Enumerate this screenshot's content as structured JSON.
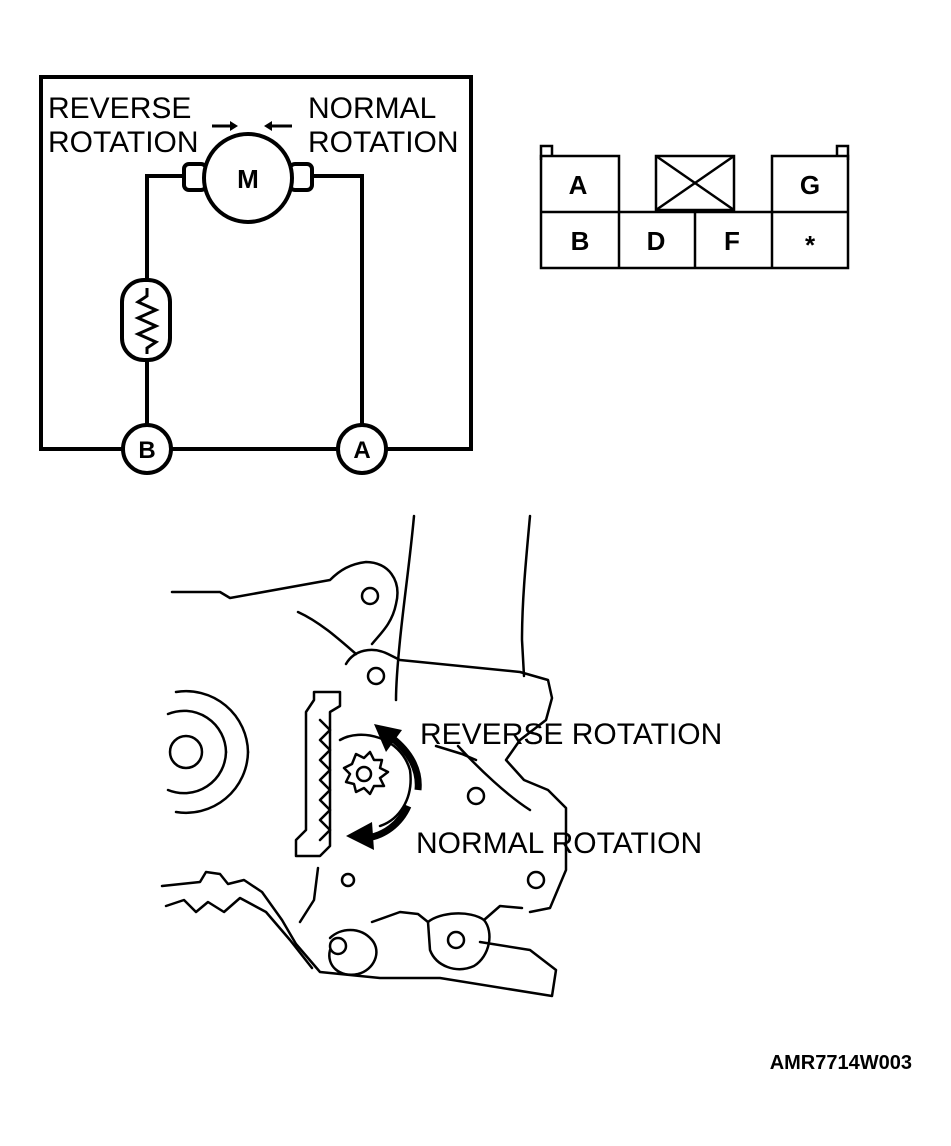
{
  "schematic": {
    "reverse_line1": "REVERSE",
    "reverse_line2": "ROTATION",
    "normal_line1": "NORMAL",
    "normal_line2": "ROTATION",
    "motor_label": "M",
    "terminal_a": "A",
    "terminal_b": "B"
  },
  "connector": {
    "top_row": [
      "A",
      "",
      "G"
    ],
    "bottom_row": [
      "B",
      "D",
      "F",
      "*"
    ]
  },
  "mechanism": {
    "reverse_label": "REVERSE ROTATION",
    "normal_label": "NORMAL ROTATION"
  },
  "figure_code": "AMR7714W003"
}
